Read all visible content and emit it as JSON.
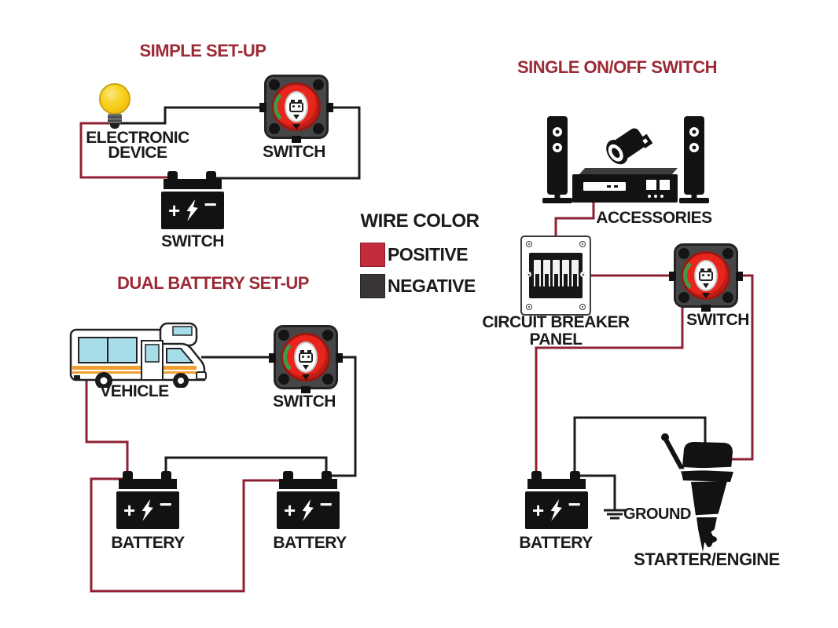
{
  "colors": {
    "title_red": "#9c2a35",
    "positive_wire": "#8e2133",
    "negative_wire": "#1c1c1c",
    "legend_positive": "#c22b3a",
    "legend_negative": "#3a3637",
    "switch_knob_red": "#e8251c",
    "switch_green_indicator": "#3f9b48",
    "bulb_yellow": "#f6c913",
    "vehicle_window_blue": "#a6dde8",
    "vehicle_stripe_orange": "#f0a033"
  },
  "legend": {
    "title": "WIRE COLOR",
    "items": [
      {
        "label": "POSITIVE"
      },
      {
        "label": "NEGATIVE"
      }
    ]
  },
  "sections": {
    "simple": {
      "title": "SIMPLE SET-UP",
      "device_label_line1": "ELECTRONIC",
      "device_label_line2": "DEVICE",
      "switch_label": "SWITCH",
      "battery_label": "SWITCH"
    },
    "dual": {
      "title": "DUAL BATTERY SET-UP",
      "vehicle_label": "VEHICLE",
      "switch_label": "SWITCH",
      "battery1_label": "BATTERY",
      "battery2_label": "BATTERY"
    },
    "single": {
      "title": "SINGLE ON/OFF SWITCH",
      "accessories_label": "ACCESSORIES",
      "breaker_label_line1": "CIRCUIT BREAKER",
      "breaker_label_line2": "PANEL",
      "switch_label": "SWITCH",
      "battery_label": "BATTERY",
      "ground_label": "GROUND",
      "engine_label": "STARTER/ENGINE"
    }
  },
  "battery_icon": {
    "plus": "+",
    "minus": "−"
  }
}
